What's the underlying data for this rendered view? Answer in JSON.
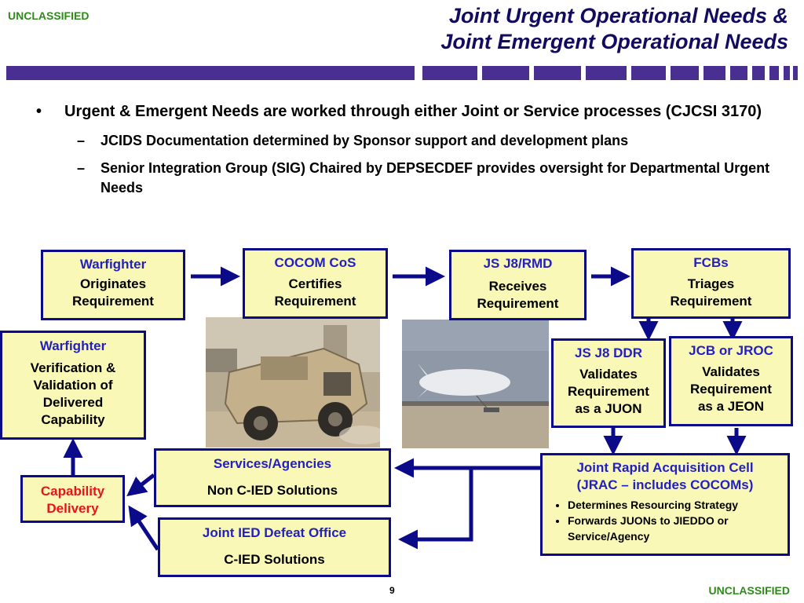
{
  "classification": {
    "top": "UNCLASSIFIED",
    "bottom": "UNCLASSIFIED"
  },
  "title": {
    "line1": "Joint Urgent Operational Needs &",
    "line2": "Joint Emergent Operational Needs"
  },
  "bullets": {
    "main": "Urgent  & Emergent Needs are worked through either Joint or Service processes (CJCSI 3170)",
    "sub": [
      "JCIDS Documentation determined by Sponsor support and development plans",
      "Senior Integration Group (SIG) Chaired by DEPSECDEF provides oversight for Departmental Urgent Needs"
    ]
  },
  "boxes": {
    "warfighter_originates": {
      "head": "Warfighter",
      "body": [
        "Originates",
        "Requirement"
      ]
    },
    "cocom": {
      "head": "COCOM CoS",
      "body": [
        "Certifies",
        "Requirement"
      ]
    },
    "js_rmd": {
      "head": "JS J8/RMD",
      "body": [
        "Receives",
        "Requirement"
      ]
    },
    "fcbs": {
      "head": "FCBs",
      "body": [
        "Triages",
        "Requirement"
      ]
    },
    "warfighter_verify": {
      "head": "Warfighter",
      "body": [
        "Verification &",
        "Validation of",
        "Delivered",
        "Capability"
      ]
    },
    "js_ddr": {
      "head": "JS J8 DDR",
      "body": [
        "Validates",
        "Requirement",
        "as a JUON"
      ]
    },
    "jcb": {
      "head": "JCB or JROC",
      "body": [
        "Validates",
        "Requirement",
        "as a JEON"
      ]
    },
    "services": {
      "head": "Services/Agencies",
      "body": [
        "Non C-IED Solutions"
      ]
    },
    "jieddo": {
      "head": "Joint IED Defeat Office",
      "body": [
        "C-IED Solutions"
      ]
    },
    "capability": {
      "body": [
        "Capability",
        "Delivery"
      ]
    },
    "jrac": {
      "head1": "Joint Rapid Acquisition Cell",
      "head2": "(JRAC – includes COCOMs)",
      "items": [
        "Determines Resourcing Strategy",
        "Forwards JUONs to JIEDDO or Service/Agency"
      ]
    }
  },
  "page_number": "9",
  "colors": {
    "navy": "#0b0b8a",
    "box_fill": "#f9f8b6",
    "header_blue": "#2320c2",
    "red": "#e8141c",
    "green": "#2e8b1a",
    "bar_purple": "#4a2f92"
  },
  "photos": [
    "armored-vehicle-photo",
    "aerostat-balloon-photo"
  ]
}
